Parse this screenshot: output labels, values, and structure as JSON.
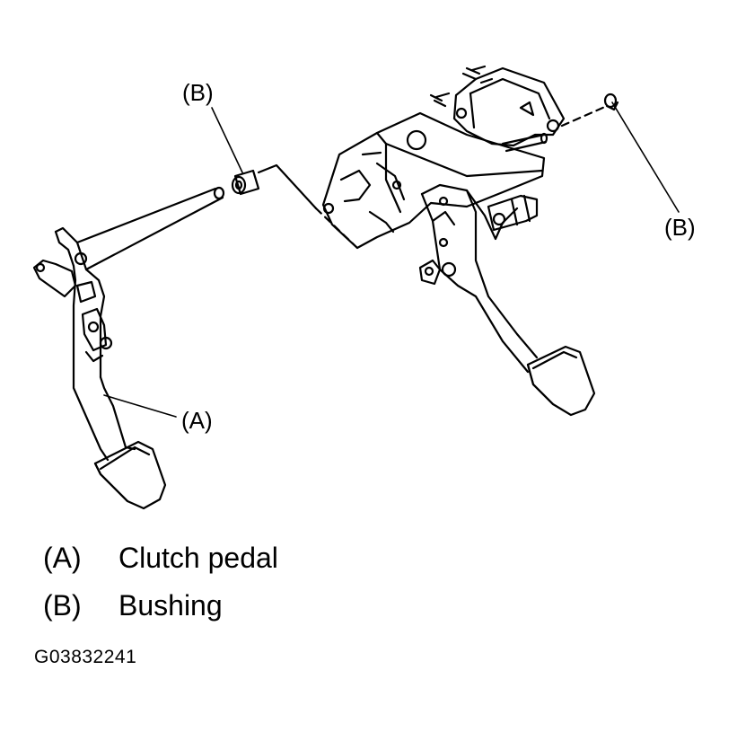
{
  "callouts": {
    "a": "(A)",
    "b_top": "(B)",
    "b_right": "(B)"
  },
  "legend": [
    {
      "key": "(A)",
      "text": "Clutch pedal"
    },
    {
      "key": "(B)",
      "text": "Bushing"
    }
  ],
  "figure_id": "G03832241"
}
